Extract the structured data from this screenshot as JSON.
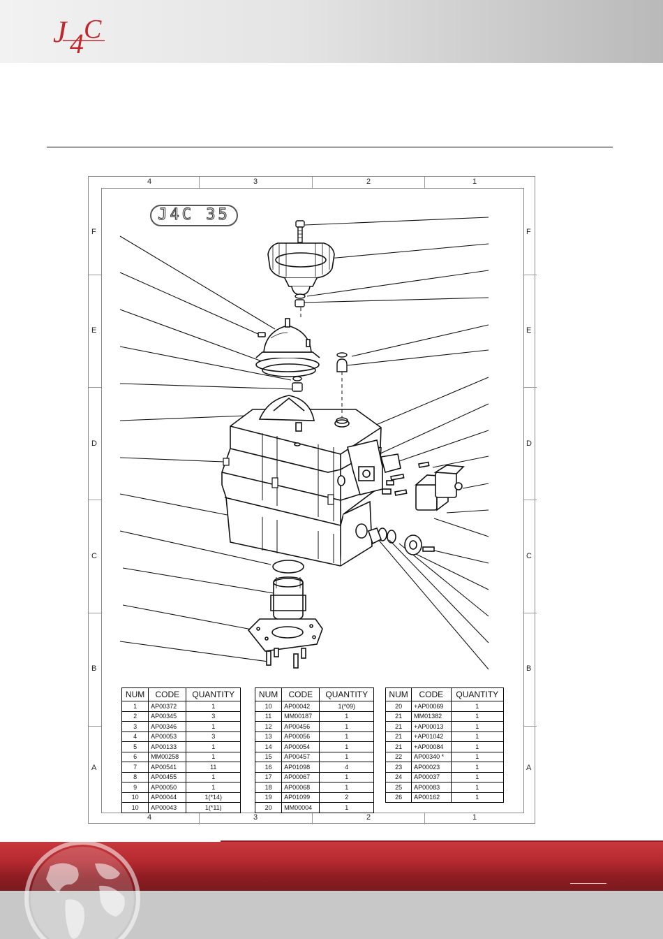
{
  "brand": {
    "logo_text": "J4C",
    "color_red": "#c0272d",
    "color_dark_red": "#7c1a1f"
  },
  "model_label": "J4C 35",
  "zones": {
    "columns": [
      "4",
      "3",
      "2",
      "1"
    ],
    "rows": [
      "F",
      "E",
      "D",
      "C",
      "B",
      "A"
    ]
  },
  "tables": [
    {
      "headers": [
        "NUM",
        "CODE",
        "QUANTITY"
      ],
      "rows": [
        [
          "1",
          "AP00372",
          "1"
        ],
        [
          "2",
          "AP00345",
          "3"
        ],
        [
          "3",
          "AP00346",
          "1"
        ],
        [
          "4",
          "AP00053",
          "3"
        ],
        [
          "5",
          "AP00133",
          "1"
        ],
        [
          "6",
          "MM00258",
          "1"
        ],
        [
          "7",
          "AP00541",
          "11"
        ],
        [
          "8",
          "AP00455",
          "1"
        ],
        [
          "9",
          "AP00050",
          "1"
        ],
        [
          "10",
          "AP00044",
          "1(*14)"
        ],
        [
          "10",
          "AP00043",
          "1(*11)"
        ]
      ]
    },
    {
      "headers": [
        "NUM",
        "CODE",
        "QUANTITY"
      ],
      "rows": [
        [
          "10",
          "AP00042",
          "1(*09)"
        ],
        [
          "11",
          "MM00187",
          "1"
        ],
        [
          "12",
          "AP00456",
          "1"
        ],
        [
          "13",
          "AP00056",
          "1"
        ],
        [
          "14",
          "AP00054",
          "1"
        ],
        [
          "15",
          "AP00457",
          "1"
        ],
        [
          "16",
          "AP01098",
          "4"
        ],
        [
          "17",
          "AP00067",
          "1"
        ],
        [
          "18",
          "AP00068",
          "1"
        ],
        [
          "19",
          "AP01099",
          "2"
        ],
        [
          "20",
          "MM00004",
          "1"
        ]
      ]
    },
    {
      "headers": [
        "NUM",
        "CODE",
        "QUANTITY"
      ],
      "rows": [
        [
          "20",
          "+AP00069",
          "1"
        ],
        [
          "21",
          "MM01382",
          "1"
        ],
        [
          "21",
          "+AP00013",
          "1"
        ],
        [
          "21",
          "+AP01042",
          "1"
        ],
        [
          "21",
          "+AP00084",
          "1"
        ],
        [
          "22",
          "AP00340 *",
          "1"
        ],
        [
          "23",
          "AP00023",
          "1"
        ],
        [
          "24",
          "AP00037",
          "1"
        ],
        [
          "25",
          "AP00083",
          "1"
        ],
        [
          "26",
          "AP00162",
          "1"
        ]
      ]
    }
  ]
}
